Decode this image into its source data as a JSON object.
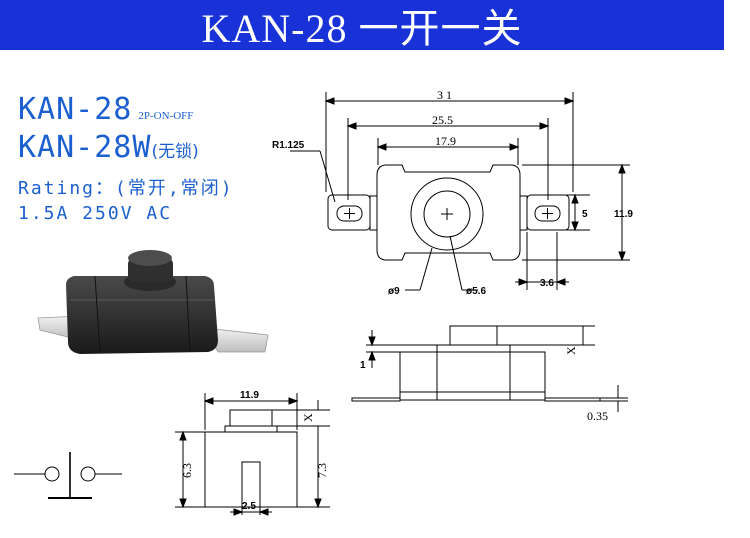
{
  "header": {
    "title": "KAN-28  一开一关"
  },
  "specs": {
    "model1": "KAN-28",
    "model1_sub": "2P-ON-OFF",
    "model2": "KAN-28W",
    "model2_sub": "(无锁)",
    "rating": "Rating：(常开,常闭)",
    "electrical": "1.5A  250V  AC"
  },
  "top_view": {
    "dim_31": "3 1",
    "dim_25_5": "25.5",
    "dim_17_9": "17.9",
    "dim_r": "R1.125",
    "dim_5": "5",
    "dim_11_9": "11.9",
    "dim_3_6": "3.6",
    "dim_phi9": "ø9",
    "dim_phi5_6": "ø5.6"
  },
  "side_view": {
    "dim_1": "1",
    "dim_x": "X",
    "dim_0_35": "0.35"
  },
  "front_view": {
    "dim_11_9": "11.9",
    "dim_x": "X",
    "dim_6_3": "6.3",
    "dim_7_3": "7.3",
    "dim_2_5": "2.5"
  },
  "colors": {
    "banner": "#1832d8",
    "spec_text": "#1c5fd0"
  }
}
